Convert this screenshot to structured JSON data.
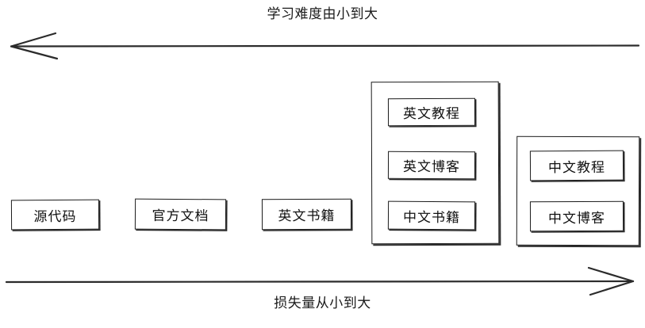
{
  "diagram": {
    "top_axis": {
      "label": "学习难度由小到大",
      "direction": "left"
    },
    "bottom_axis": {
      "label": "损失量从小到大",
      "direction": "right"
    },
    "nodes": [
      {
        "label": "源代码"
      },
      {
        "label": "官方文档"
      },
      {
        "label": "英文书籍"
      }
    ],
    "groups": [
      {
        "items": [
          {
            "label": "英文教程"
          },
          {
            "label": "英文博客"
          },
          {
            "label": "中文书籍"
          }
        ]
      },
      {
        "items": [
          {
            "label": "中文教程"
          },
          {
            "label": "中文博客"
          }
        ]
      }
    ]
  },
  "colors": {
    "stroke": "#1b1b1b",
    "text": "#111111",
    "background": "#ffffff"
  }
}
